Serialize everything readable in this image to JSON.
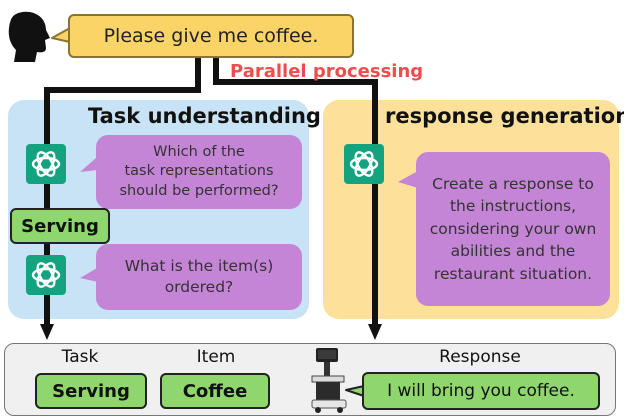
{
  "speech": {
    "text": "Please give me coffee."
  },
  "parallel_label": "Parallel processing",
  "task_understanding": {
    "title": "Task understanding",
    "question1": [
      "Which of the",
      "task representations",
      "should be performed?"
    ],
    "serving_tag": "Serving",
    "question2": [
      "What is the item(s)",
      "ordered?"
    ]
  },
  "response_generation": {
    "title": "response generation",
    "bubble": [
      "Create a response to",
      "the instructions,",
      "considering your own",
      "abilities and the",
      "restaurant situation."
    ]
  },
  "output": {
    "task_label": "Task",
    "task_value": "Serving",
    "item_label": "Item",
    "item_value": "Coffee",
    "response_label": "Response",
    "response_value": "I will bring you coffee."
  },
  "colors": {
    "task_panel": "#c9e3f6",
    "response_panel": "#fde19a",
    "speech_bubble": "#fbd468",
    "purple_bubble": "#c585d6",
    "chatgpt_icon": "#14a37f",
    "green_tag": "#8fd66c",
    "parallel_text": "#ef4d4d"
  },
  "icons": [
    "speaking-head-icon",
    "chatgpt-icon",
    "robot-icon"
  ]
}
